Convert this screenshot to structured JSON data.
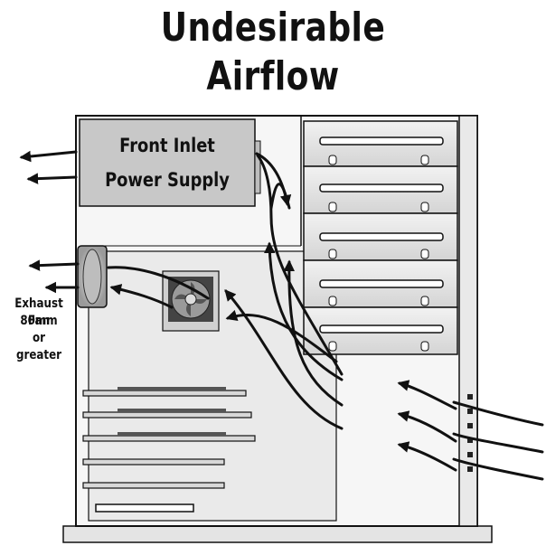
{
  "title": {
    "line1": "Undesirable",
    "line2": "Airflow"
  },
  "power_supply": {
    "line1": "Front Inlet",
    "line2": "Power Supply"
  },
  "exhaust_fan_note": {
    "line1": "Exhaust Fan",
    "line2": "80mm",
    "line3": "or greater"
  },
  "colors": {
    "case_fill": "#f4f4f4",
    "psu_fill": "#c9c9c9",
    "board_fill": "#e6e6e6",
    "stroke": "#111111",
    "arrow": "#111111"
  },
  "icons": [
    "exhaust-fan-icon",
    "cpu-fan-icon",
    "arrow-icon"
  ]
}
